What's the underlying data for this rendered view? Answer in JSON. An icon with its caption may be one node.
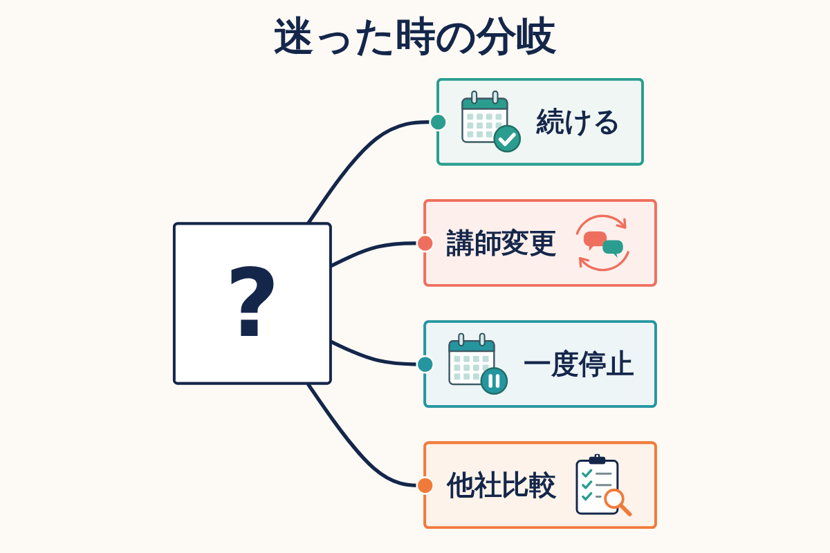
{
  "diagram": {
    "title": "迷った時の分岐",
    "nodes": [
      {
        "text": [
          "続ける"
        ]
      },
      {
        "text": [
          "講師変更"
        ]
      },
      {
        "text": [
          "?"
        ]
      },
      {
        "text": [
          "一度停止"
        ]
      },
      {
        "text": [
          "他社比較"
        ]
      }
    ],
    "edges": [
      {
        "from": 2,
        "to": 0,
        "arrow": "other"
      },
      {
        "from": 2,
        "to": 1,
        "arrow": "other"
      },
      {
        "from": 2,
        "to": 3,
        "arrow": "other"
      },
      {
        "from": 2,
        "to": 4,
        "arrow": "other"
      }
    ]
  }
}
